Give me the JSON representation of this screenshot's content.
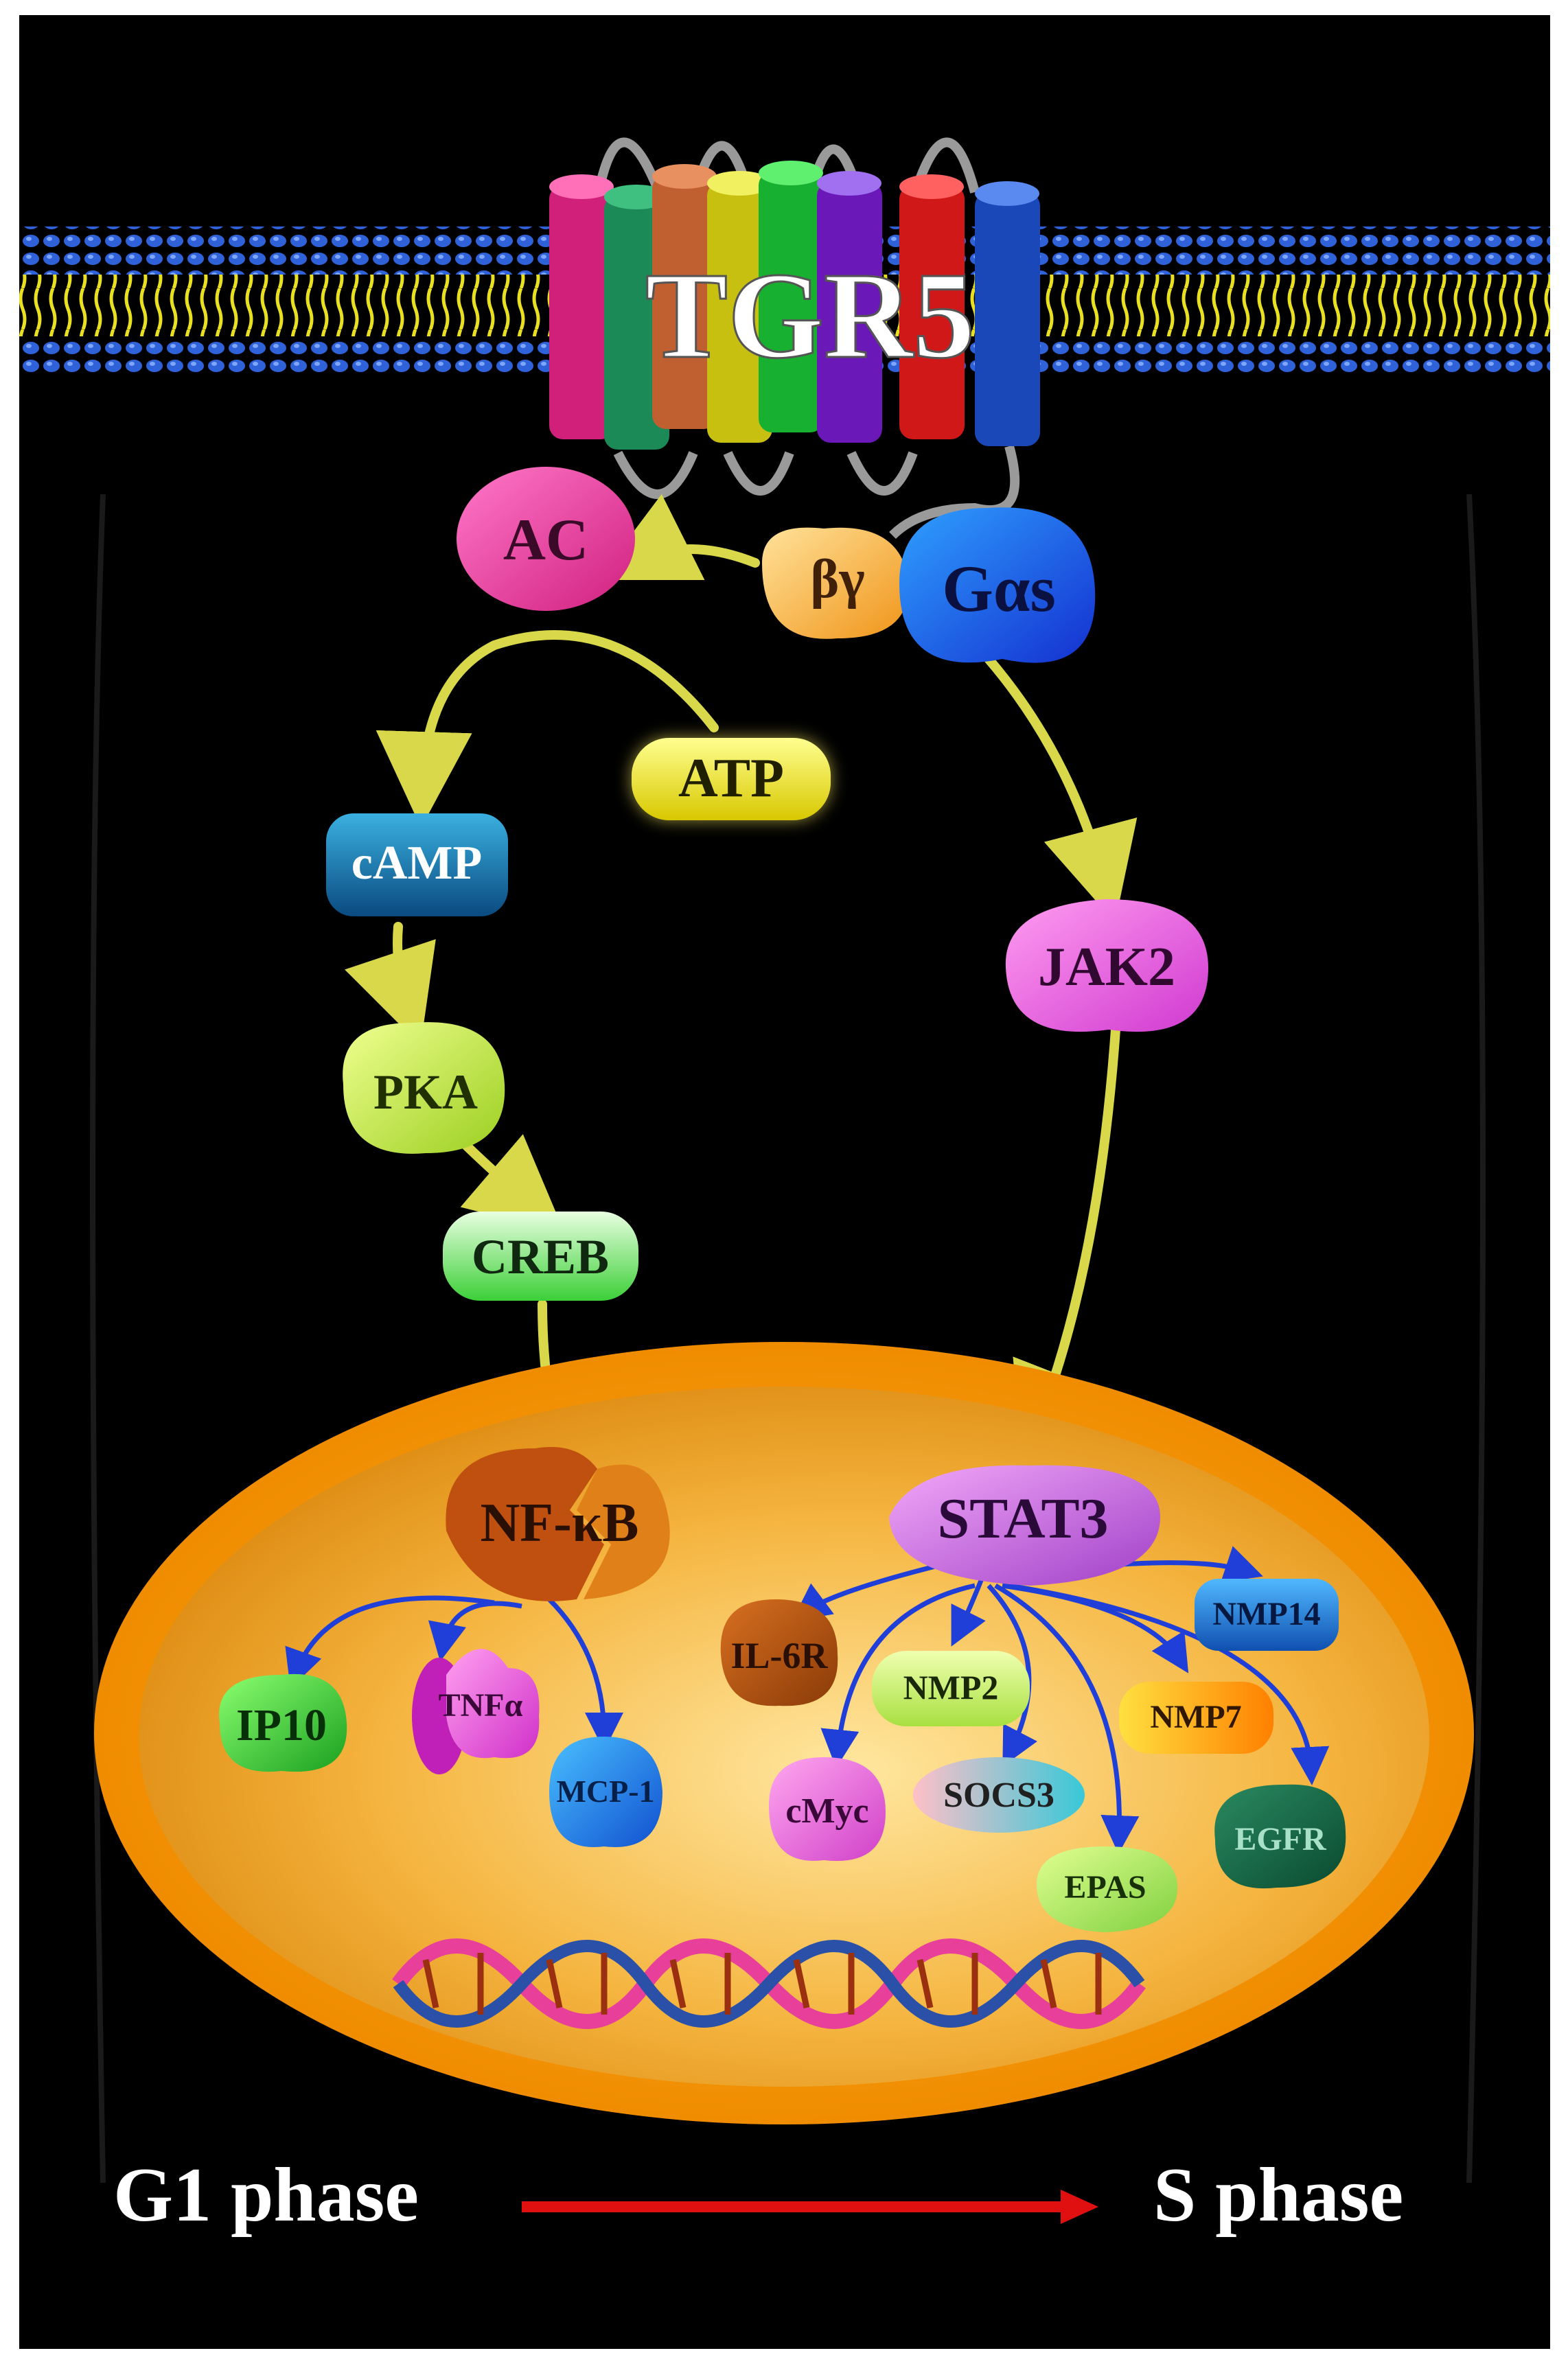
{
  "diagram": {
    "receptor": "TGR5",
    "nodes": {
      "ac": "AC",
      "beta_gamma": "βγ",
      "galpha_s": "Gαs",
      "atp": "ATP",
      "camp": "cAMP",
      "pka": "PKA",
      "creb": "CREB",
      "jak2": "JAK2",
      "nfkb": "NF-κB",
      "stat3": "STAT3",
      "ip10": "IP10",
      "tnfa": "TNFα",
      "mcp1": "MCP-1",
      "il6r": "IL-6R",
      "nmp2": "NMP2",
      "cmyc": "cMyc",
      "socs3": "SOCS3",
      "epas": "EPAS",
      "nmp7": "NMP7",
      "nmp14": "NMP14",
      "egfr": "EGFR"
    },
    "cell_cycle": {
      "from": "G1 phase",
      "to": "S phase"
    },
    "colors": {
      "background": "#000000",
      "pathway_arrow": "#d8d84a",
      "target_arrow": "#1f3fd8",
      "phase_arrow": "#e01010",
      "nucleus": "#f39a12",
      "membrane_head": "#2a5fd6",
      "membrane_tail": "#e8e020"
    }
  }
}
